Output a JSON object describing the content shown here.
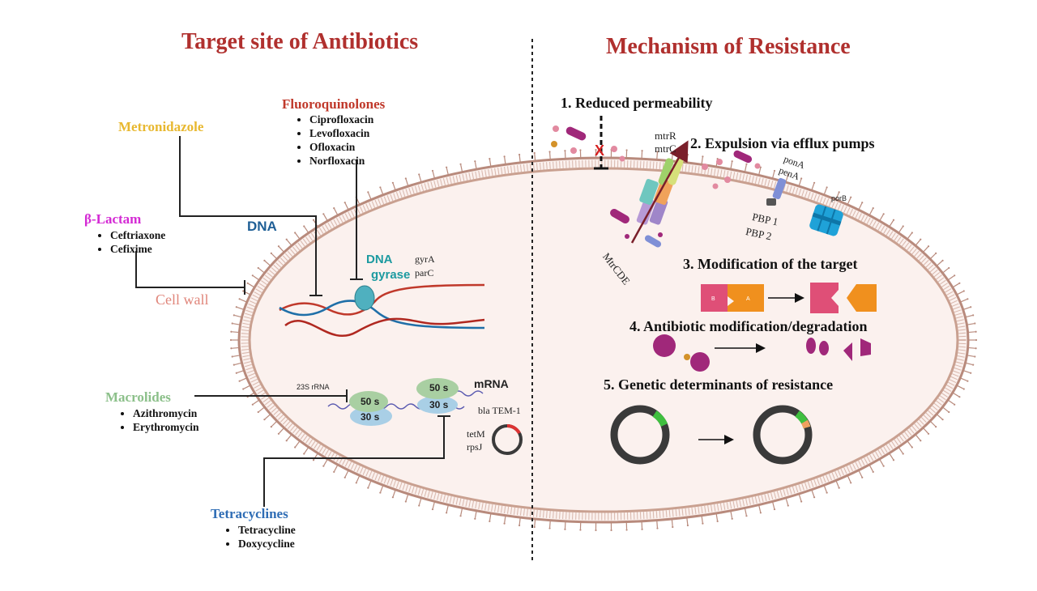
{
  "titles": {
    "left": "Target site of Antibiotics",
    "right": "Mechanism of Resistance"
  },
  "antibiotics": {
    "metronidazole": {
      "name": "Metronidazole",
      "color": "#e8b830"
    },
    "fluoroquinolones": {
      "name": "Fluoroquinolones",
      "color": "#c0392b",
      "drugs": [
        "Ciprofloxacin",
        "Levofloxacin",
        "Ofloxacin",
        "Norfloxacin"
      ]
    },
    "beta_lactam": {
      "name": "β-Lactam",
      "color": "#d42ad4",
      "drugs": [
        "Ceftriaxone",
        "Cefixime"
      ]
    },
    "macrolides": {
      "name": "Macrolides",
      "color": "#8cc08a",
      "drugs": [
        "Azithromycin",
        "Erythromycin"
      ]
    },
    "tetracyclines": {
      "name": "Tetracyclines",
      "color": "#2f6db5",
      "drugs": [
        "Tetracycline",
        "Doxycycline"
      ]
    }
  },
  "targets": {
    "dna": "DNA",
    "cell_wall": "Cell wall",
    "dna_gyrase_line1": "DNA",
    "dna_gyrase_line2": "gyrase",
    "gyrA": "gyrA",
    "parC": "parC",
    "rrna_23s": "23S rRNA",
    "ribo_50s_a": "50 s",
    "ribo_30s_a": "30 s",
    "ribo_50s_b": "50 s",
    "ribo_30s_b": "30 s",
    "mrna": "mRNA",
    "bla_tem": "bla TEM-1",
    "tetM": "tetM",
    "rpsJ": "rpsJ"
  },
  "mechanisms": {
    "step1": "1.  Reduced permeability",
    "step2": "2. Expulsion via efflux pumps",
    "step3": "3. Modification of the target",
    "step4": "4.  Antibiotic modification/degradation",
    "step5": "5.  Genetic determinants of resistance",
    "mtrR": "mtrR",
    "mtrC": "mtrC",
    "mtrCDE": "MtrCDE",
    "ponA": "ponA",
    "penA": "penA",
    "pbp1": "PBP 1",
    "pbp2": "PBP 2",
    "porB": "porB",
    "block_x": "X",
    "piece_b": "B",
    "piece_a": "A"
  },
  "colors": {
    "cell_fill": "#fbf1ee",
    "membrane": "#b88a7c",
    "dark_red": "#b0302e",
    "cell_wall_text": "#e0857a",
    "dna_red": "#c0392b",
    "dna_blue": "#1f6fa8",
    "gyrase": "#4fb0bf",
    "ribo_green": "#a9cfa2",
    "ribo_blue": "#a9cfe6",
    "magenta": "#a0287a",
    "pink": "#e28aa0",
    "orange": "#f0901e",
    "plasmid_grey": "#3a3a3a",
    "plasmid_green": "#3fbf3f"
  }
}
